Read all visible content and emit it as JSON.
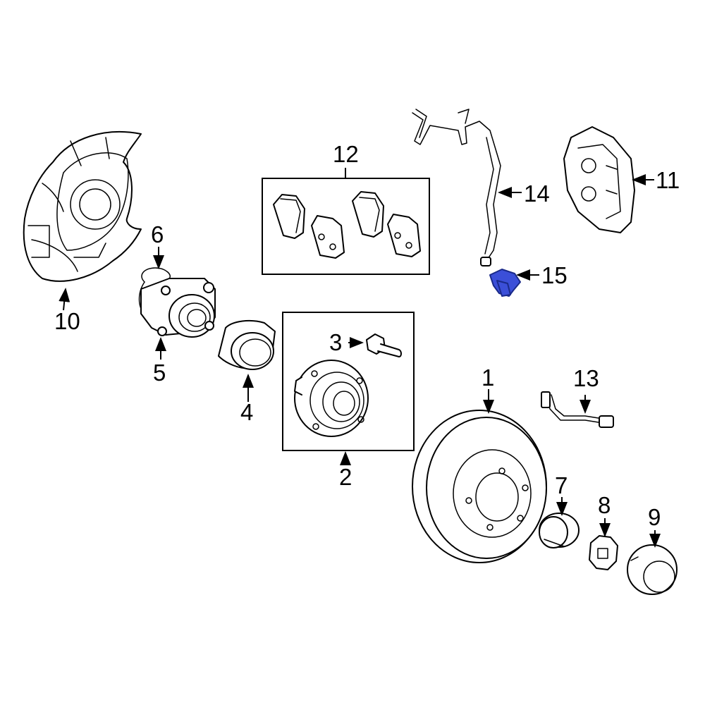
{
  "diagram": {
    "highlight_color": "#3b4fd8",
    "line_color": "#000000",
    "callouts": [
      {
        "id": "1",
        "text": "1"
      },
      {
        "id": "2",
        "text": "2"
      },
      {
        "id": "3",
        "text": "3"
      },
      {
        "id": "4",
        "text": "4"
      },
      {
        "id": "5",
        "text": "5"
      },
      {
        "id": "6",
        "text": "6"
      },
      {
        "id": "7",
        "text": "7"
      },
      {
        "id": "8",
        "text": "8"
      },
      {
        "id": "9",
        "text": "9"
      },
      {
        "id": "10",
        "text": "10"
      },
      {
        "id": "11",
        "text": "11"
      },
      {
        "id": "12",
        "text": "12"
      },
      {
        "id": "13",
        "text": "13"
      },
      {
        "id": "14",
        "text": "14"
      },
      {
        "id": "15",
        "text": "15"
      }
    ],
    "highlighted_part": "15"
  }
}
